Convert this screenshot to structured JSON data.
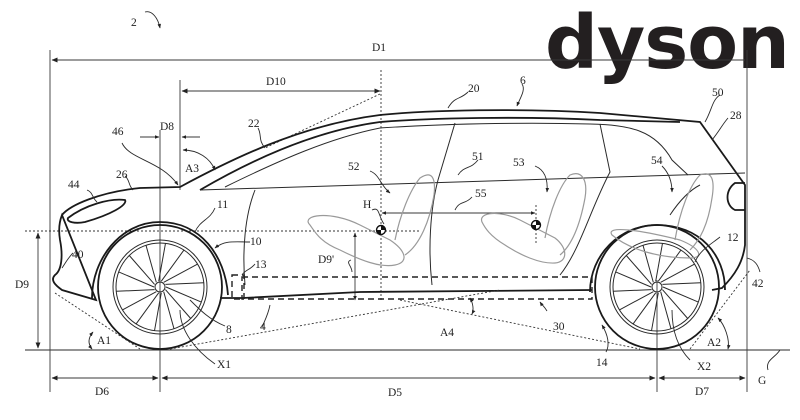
{
  "figure": {
    "title_ref": "2",
    "logo_text": "dyson",
    "colors": {
      "line": "#1a1a1a",
      "seat": "#9a9a9a",
      "logo": "#231f20",
      "background": "#ffffff"
    }
  },
  "dimensions": {
    "D1": "D1",
    "D5": "D5",
    "D6": "D6",
    "D7": "D7",
    "D8": "D8",
    "D9": "D9",
    "D9p": "D9'",
    "D10": "D10"
  },
  "angles": {
    "A1": "A1",
    "A2": "A2",
    "A3": "A3",
    "A4": "A4"
  },
  "axes": {
    "X1": "X1",
    "X2": "X2",
    "G": "G",
    "H": "H"
  },
  "references": {
    "r4": "4",
    "r6": "6",
    "r8": "8",
    "r10": "10",
    "r11": "11",
    "r12": "12",
    "r13": "13",
    "r14": "14",
    "r20": "20",
    "r22": "22",
    "r26": "26",
    "r28": "28",
    "r30": "30",
    "r40": "40",
    "r42": "42",
    "r44": "44",
    "r46": "46",
    "r50": "50",
    "r51": "51",
    "r52": "52",
    "r53": "53",
    "r54": "54",
    "r55": "55"
  }
}
